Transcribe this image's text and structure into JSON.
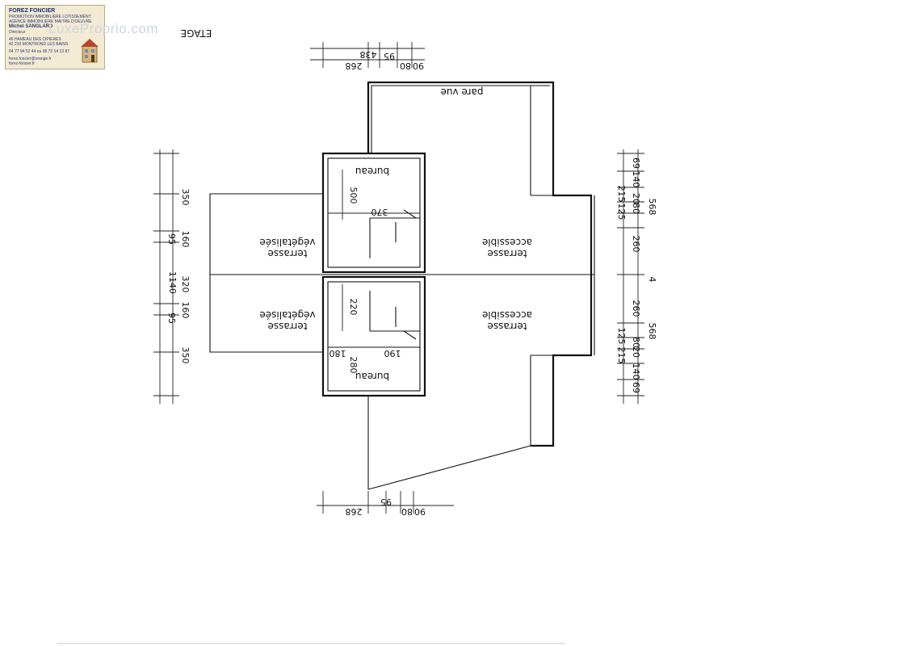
{
  "stamp": {
    "company": "FOREZ FONCIER",
    "line1": "PROMOTION IMMOBILIERE LOTISSEMENT",
    "line2": "AGENCE IMMOBILIERE MAITRE D'OEUVRE",
    "name": "Michel SANGLARD",
    "role": "Directeur",
    "address1": "46 HAMEAU DES CIPIERES",
    "address2": "42 210 MONTROND LES BAINS",
    "phone": "04 77 94 52 44 ou 06 72 14 13 87",
    "email": "forez.foncier@orange.fr",
    "web": "forez-foncier.fr"
  },
  "watermark": "LuxeProprio.com",
  "plan_title": "ETAGE",
  "rooms": {
    "bureau_top": "bureau",
    "bureau_bottom": "bureau",
    "terrasse_acc_top_1": "terrasse",
    "terrasse_acc_top_2": "accessible",
    "terrasse_acc_bottom_1": "terrasse",
    "terrasse_acc_bottom_2": "accessible",
    "terrasse_veg_top_1": "terrasse",
    "terrasse_veg_top_2": "végétalisée",
    "terrasse_veg_bottom_1": "terrasse",
    "terrasse_veg_bottom_2": "végétalisée",
    "pare_vue": "pare vue"
  },
  "dims": {
    "top_268": "268",
    "top_438": "438",
    "top_95": "95",
    "top_80": "80",
    "top_90": "90",
    "bot_268": "268",
    "bot_95": "95",
    "bot_80": "80",
    "bot_90": "90",
    "left_350a": "350",
    "left_95a": "95",
    "left_160a": "160",
    "left_1140": "1140",
    "left_320": "320",
    "left_95b": "95",
    "left_160b": "160",
    "left_350b": "350",
    "in_500": "500",
    "in_370": "370",
    "in_220": "220",
    "in_180": "180",
    "in_190": "190",
    "in_280": "280",
    "r_69a": "69",
    "r_140a": "140",
    "r_215a": "215",
    "r_20a": "20",
    "r_80a": "80",
    "r_125a": "125",
    "r_260a": "260",
    "r_568a": "568",
    "r_4": "4",
    "r_260b": "260",
    "r_125b": "125",
    "r_80b": "80",
    "r_20b": "20",
    "r_215b": "215",
    "r_140b": "140",
    "r_69b": "69",
    "r_568b": "568"
  }
}
